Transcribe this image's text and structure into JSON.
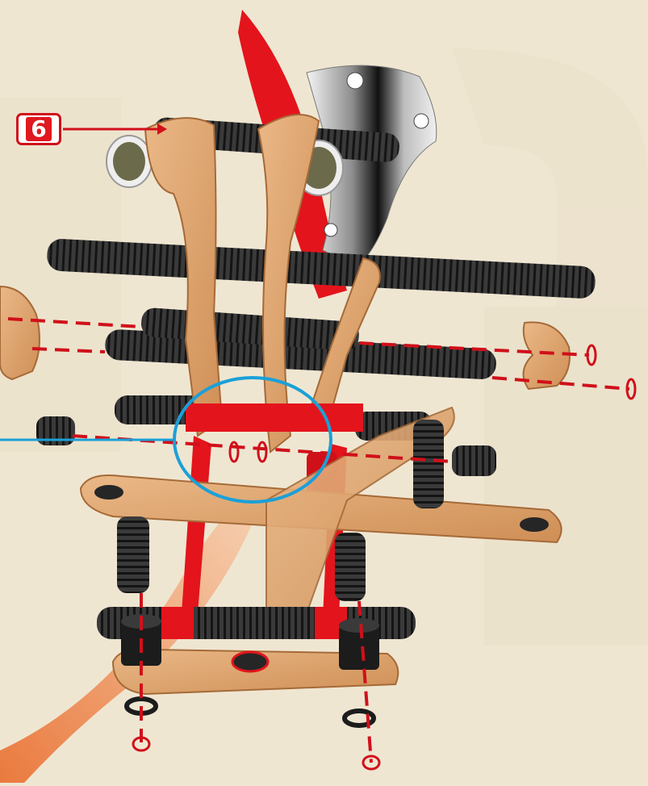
{
  "step_callout": {
    "number": "6"
  },
  "colors": {
    "background": "#efe6d2",
    "wood": "#e3a871",
    "wood_dark": "#b0703c",
    "frame_red": "#e3141c",
    "rod_black": "#262626",
    "metal": "#c9c9c9",
    "detail_circle": "#1aa0d8",
    "guide_line": "#d0101a"
  },
  "icons": [
    "step-number-badge",
    "detail-zoom-circle",
    "assembly-guide-lines"
  ]
}
